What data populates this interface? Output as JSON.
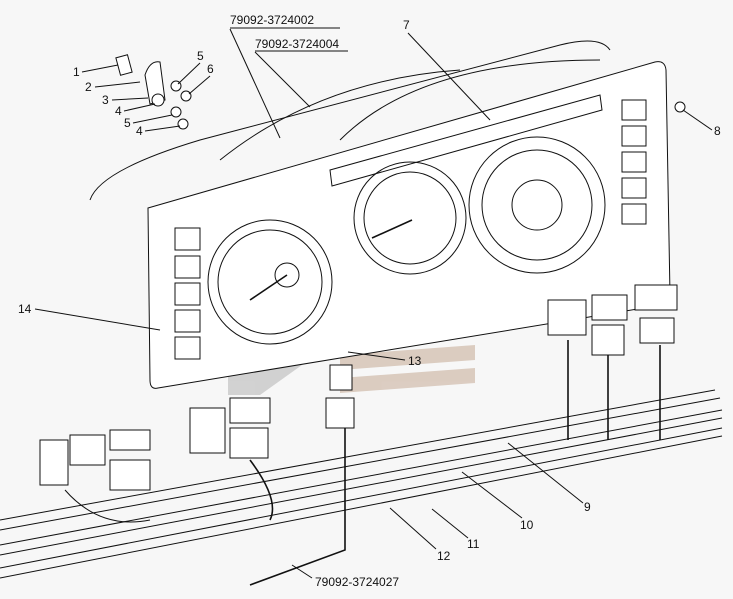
{
  "part_numbers": {
    "top_1": "79092-3724002",
    "top_2": "79092-3724004",
    "bottom": "79092-3724027"
  },
  "callouts": {
    "c1": "1",
    "c2": "2",
    "c3": "3",
    "c4a": "4",
    "c5a": "5",
    "c4b": "4",
    "c5b": "5",
    "c6": "6",
    "c7": "7",
    "c8": "8",
    "c9": "9",
    "c10": "10",
    "c11": "11",
    "c12": "12",
    "c13": "13",
    "c14": "14"
  },
  "colors": {
    "line": "#111111",
    "background": "#f7f7f7",
    "watermark": "#c8c8c8",
    "watermark_accent": "#d9c9bd"
  }
}
